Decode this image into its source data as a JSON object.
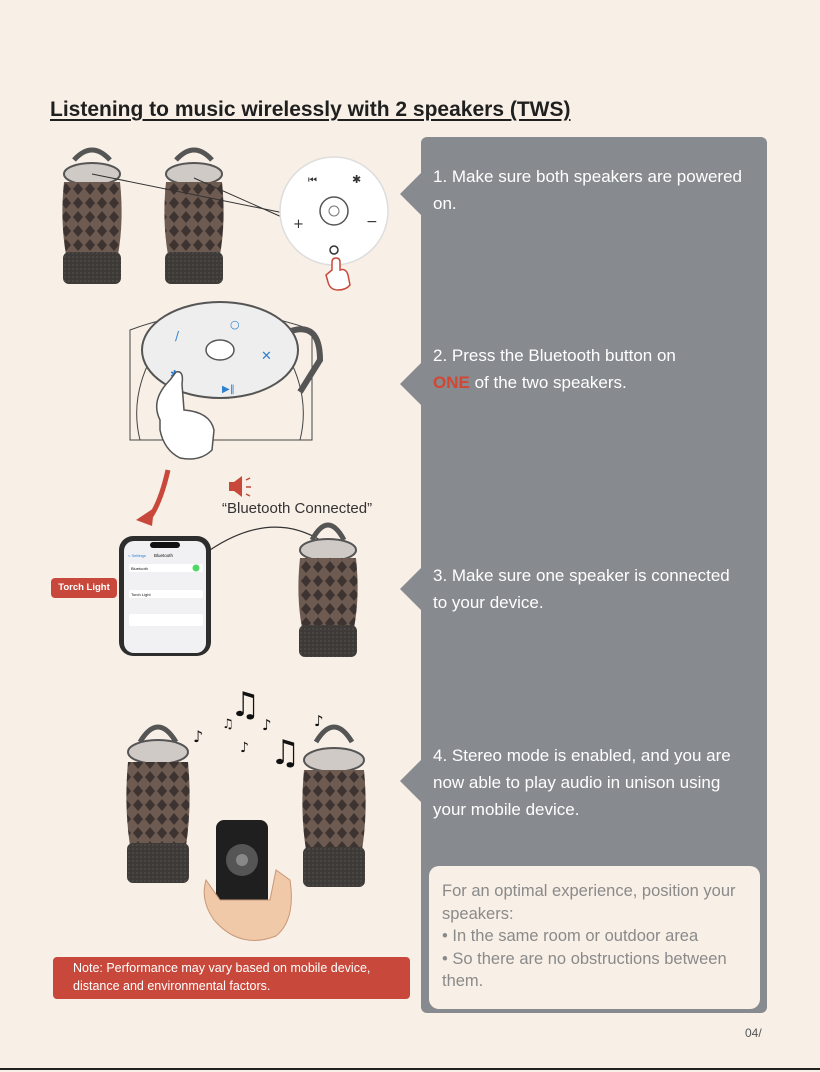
{
  "title": "Listening to music wirelessly with 2 speakers (TWS)",
  "steps": [
    {
      "text": "1.  Make sure both speakers are powered on."
    },
    {
      "pre": "2. Press the Bluetooth button on",
      "highlight": "ONE",
      "post": " of the two speakers."
    },
    {
      "text": "3. Make sure one speaker is connected to your device."
    },
    {
      "text": "4. Stereo mode is enabled, and you are now able to play audio in unison using your mobile device."
    }
  ],
  "tip": {
    "intro": "For an optimal experience, position your speakers:",
    "bullets": [
      "• In the same room or outdoor area",
      "• So there are no obstructions between them."
    ]
  },
  "note": "Note: Performance may vary based on mobile device, distance and environmental factors.",
  "bluetooth_connected": "“Bluetooth Connected”",
  "torch_light_label": "Torch Light",
  "phone": {
    "settings": "< Settings",
    "bluetooth": "Bluetooth",
    "row": "Bluetooth",
    "device": "Torch Light"
  },
  "page_number": "04/",
  "colors": {
    "accent": "#c8493b",
    "panel": "#878a8f",
    "background": "#f8efe6"
  }
}
